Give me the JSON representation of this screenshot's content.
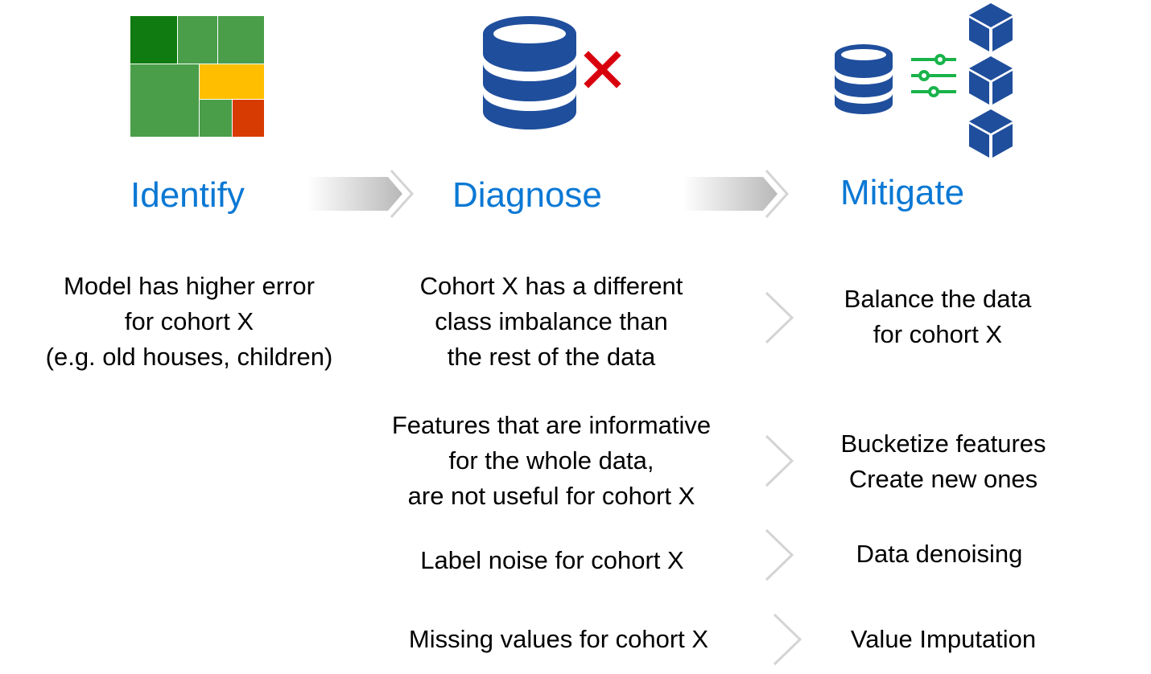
{
  "stages": [
    {
      "title": "Identify"
    },
    {
      "title": "Diagnose"
    },
    {
      "title": "Mitigate"
    }
  ],
  "identify_text": [
    "Model has higher error",
    "for cohort X",
    "(e.g. old houses, children)"
  ],
  "rows": [
    {
      "diagnose": [
        "Cohort X has a different",
        "class imbalance than",
        "the rest of the data"
      ],
      "mitigate": [
        "Balance the data",
        "for cohort X"
      ]
    },
    {
      "diagnose": [
        "Features that are informative",
        "for the whole data,",
        "are not useful for cohort X"
      ],
      "mitigate": [
        "Bucketize features",
        "Create new ones"
      ]
    },
    {
      "diagnose": [
        "Label noise for cohort X"
      ],
      "mitigate": [
        "Data denoising"
      ]
    },
    {
      "diagnose": [
        "Missing values for cohort X"
      ],
      "mitigate": [
        "Value Imputation"
      ]
    }
  ],
  "colors": {
    "title_blue": "#0a78d4",
    "database_blue": "#1f4e9c",
    "cross_red": "#d9000d",
    "slider_green": "#19b34a",
    "treemap_dark_green": "#0f7b10",
    "treemap_green": "#4a9e4a",
    "treemap_yellow": "#ffbf00",
    "treemap_red": "#d83b01"
  },
  "icons": [
    "treemap-icon",
    "database-error-icon",
    "database-icon",
    "sliders-icon",
    "cube-icon"
  ]
}
